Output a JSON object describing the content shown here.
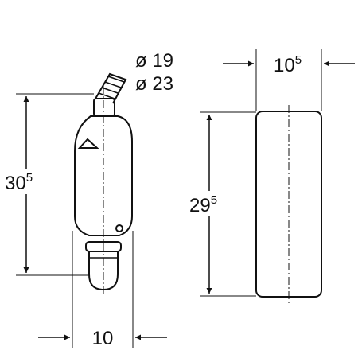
{
  "labels": {
    "pipe_diameter_small": "ø 19",
    "pipe_diameter_large": "ø 23",
    "part_height_main": "30",
    "part_height_sup": "5",
    "part_width": "10",
    "box_width_main": "10",
    "box_width_sup": "5",
    "box_height_main": "29",
    "box_height_sup": "5"
  },
  "colors": {
    "line": "#111111",
    "background": "#ffffff"
  }
}
